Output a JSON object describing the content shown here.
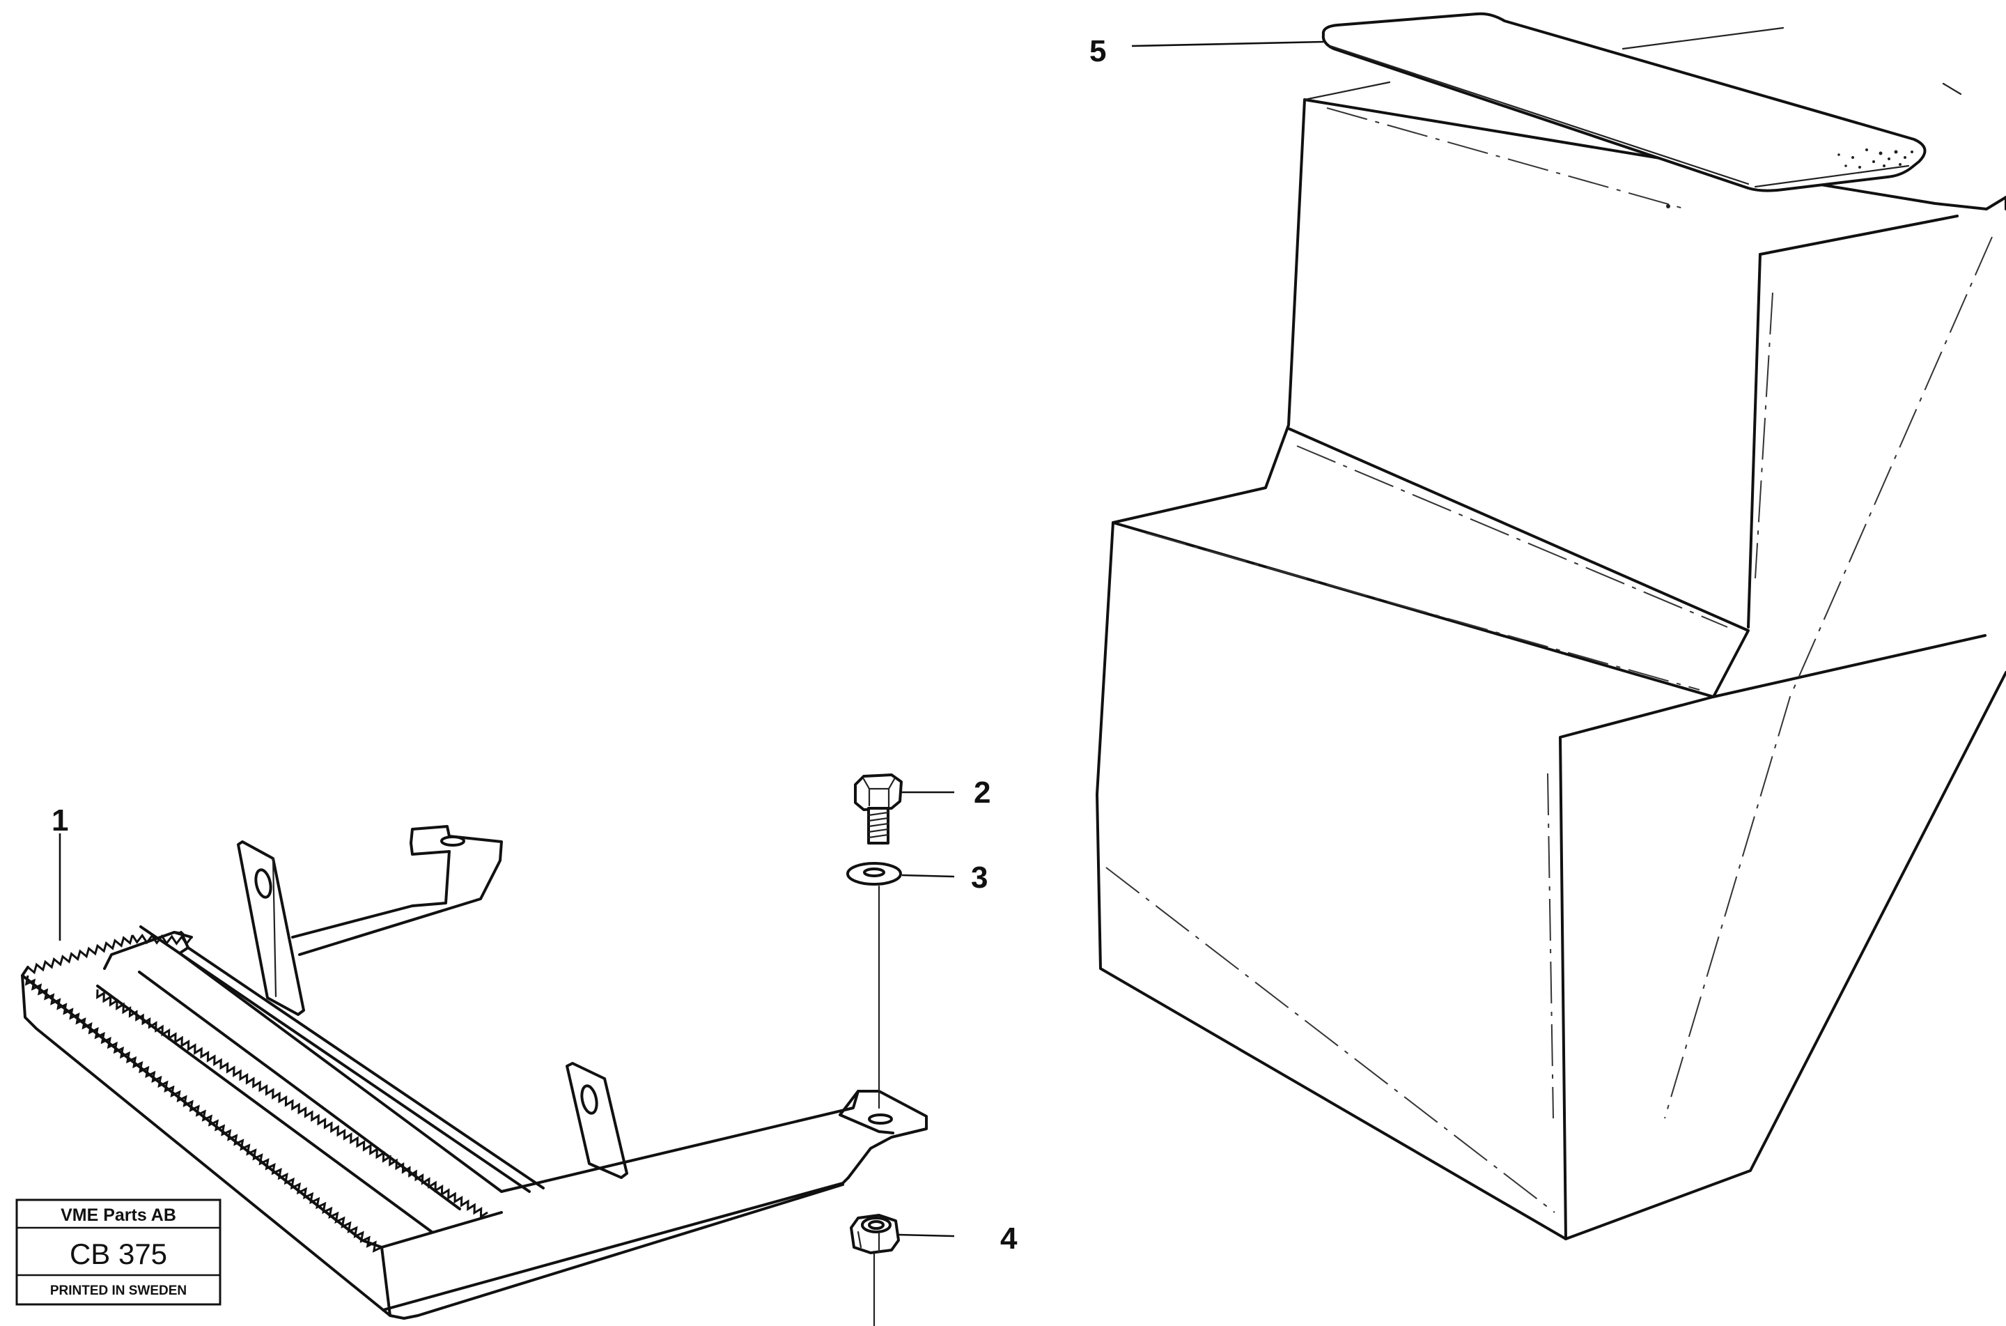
{
  "callouts": {
    "part_1": "1",
    "part_2": "2",
    "part_3": "3",
    "part_4": "4",
    "part_5": "5"
  },
  "stamp": {
    "company": "VME Parts AB",
    "code": "CB 375",
    "printed": "PRINTED IN SWEDEN"
  },
  "colors": {
    "ink": "#111111",
    "paper": "#ffffff"
  }
}
